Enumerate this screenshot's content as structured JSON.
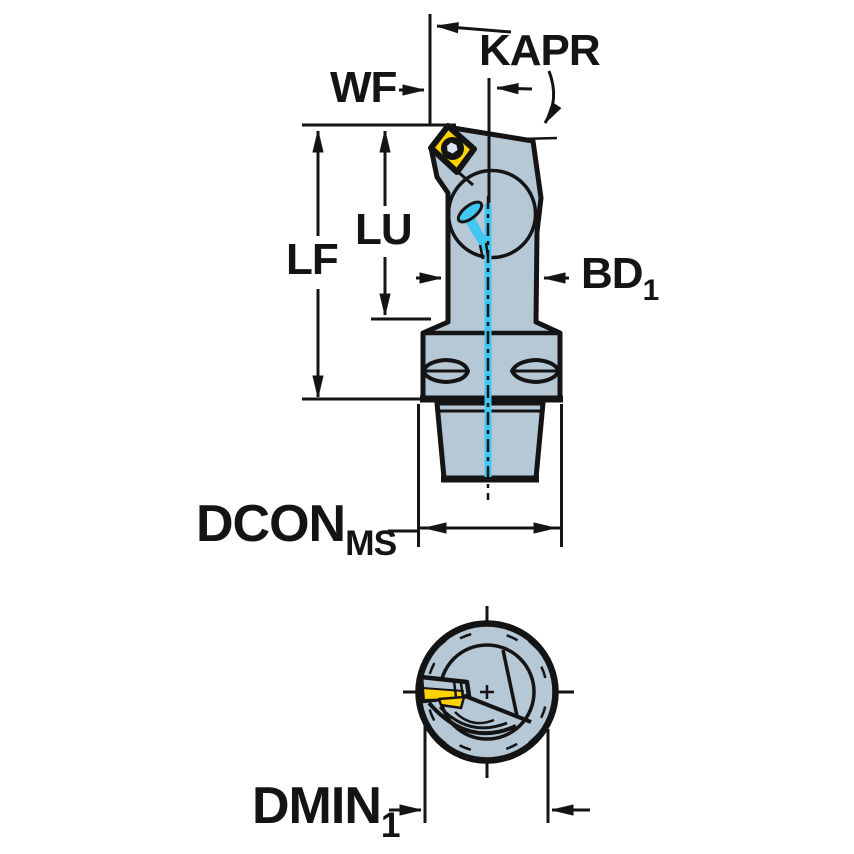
{
  "drawing": {
    "kind": "tool-dimension-drawing",
    "views": [
      "side-view",
      "end-view"
    ]
  },
  "labels": {
    "wf": "WF",
    "kapr": "KAPR",
    "lf": "LF",
    "lu": "LU",
    "bd_base": "BD",
    "bd_sub": "1",
    "dcon_base": "DCON",
    "dcon_sub": "MS",
    "dmin_base": "DMIN",
    "dmin_sub": "1"
  },
  "colors": {
    "body": "#b6c8d6",
    "insert": "#ffd200",
    "coolant": "#41c7f4",
    "line": "#141414",
    "bg": "#ffffff",
    "screw": "#d9e4ee"
  }
}
